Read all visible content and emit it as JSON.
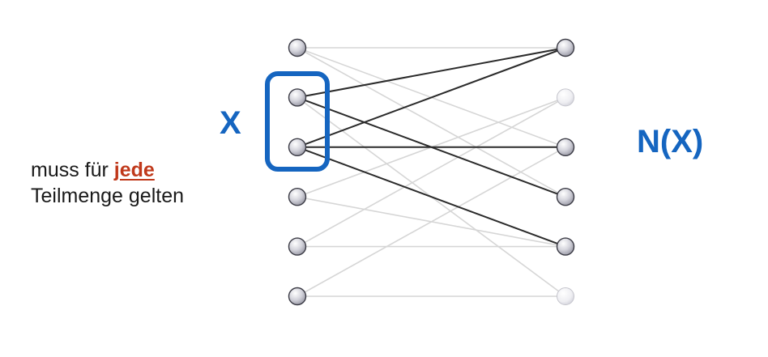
{
  "labels": {
    "subset": "X",
    "neighborhood": "N(X)"
  },
  "caption": {
    "line1_prefix": "muss für ",
    "line1_emphasis": "jede",
    "line2": "Teilmenge gelten"
  },
  "colors": {
    "accent_blue": "#1565c0",
    "emphasis_red": "#c0391b",
    "edge_active": "#2b2b2b",
    "edge_inactive": "#d6d6d6",
    "node_fill": "#c8c8d2",
    "node_faded_fill": "#ececf0"
  },
  "graph": {
    "left_nodes": [
      {
        "id": "L1",
        "in_subset": false
      },
      {
        "id": "L2",
        "in_subset": true
      },
      {
        "id": "L3",
        "in_subset": true
      },
      {
        "id": "L4",
        "in_subset": false
      },
      {
        "id": "L5",
        "in_subset": false
      },
      {
        "id": "L6",
        "in_subset": false
      }
    ],
    "right_nodes": [
      {
        "id": "R1",
        "in_neighborhood": true
      },
      {
        "id": "R2",
        "in_neighborhood": false
      },
      {
        "id": "R3",
        "in_neighborhood": true
      },
      {
        "id": "R4",
        "in_neighborhood": true
      },
      {
        "id": "R5",
        "in_neighborhood": true
      },
      {
        "id": "R6",
        "in_neighborhood": false
      }
    ],
    "edges": [
      {
        "from": "L1",
        "to": "R1",
        "active": false
      },
      {
        "from": "L1",
        "to": "R3",
        "active": false
      },
      {
        "from": "L1",
        "to": "R4",
        "active": false
      },
      {
        "from": "L2",
        "to": "R1",
        "active": true
      },
      {
        "from": "L2",
        "to": "R4",
        "active": true
      },
      {
        "from": "L2",
        "to": "R6",
        "active": false
      },
      {
        "from": "L3",
        "to": "R1",
        "active": true
      },
      {
        "from": "L3",
        "to": "R3",
        "active": true
      },
      {
        "from": "L3",
        "to": "R5",
        "active": true
      },
      {
        "from": "L4",
        "to": "R2",
        "active": false
      },
      {
        "from": "L4",
        "to": "R5",
        "active": false
      },
      {
        "from": "L5",
        "to": "R2",
        "active": false
      },
      {
        "from": "L5",
        "to": "R5",
        "active": false
      },
      {
        "from": "L6",
        "to": "R3",
        "active": false
      },
      {
        "from": "L6",
        "to": "R6",
        "active": false
      }
    ]
  }
}
